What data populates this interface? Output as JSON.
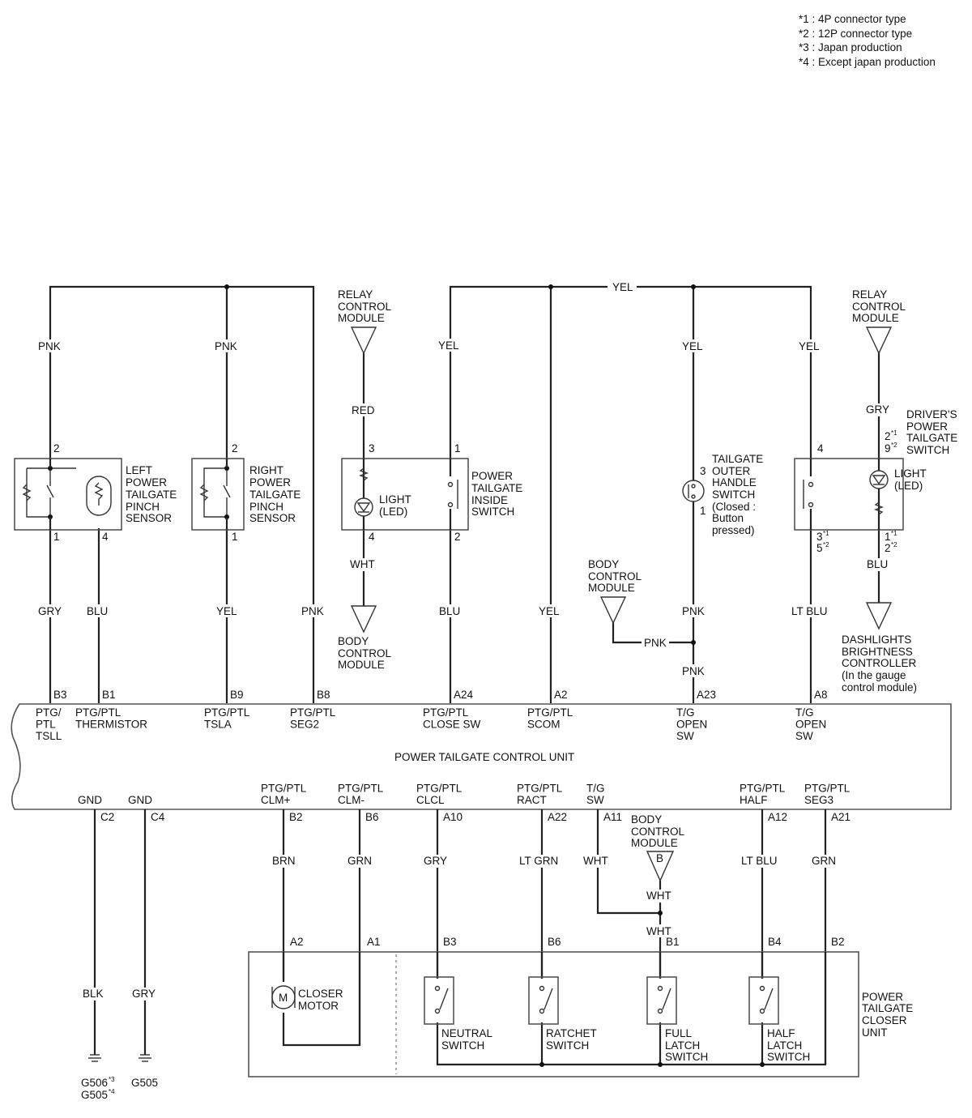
{
  "notes": [
    "*1 : 4P connector type",
    "*2 : 12P connector type",
    "*3 : Japan production",
    "*4 : Except japan production"
  ],
  "control_unit": {
    "name": "POWER TAILGATE CONTROL UNIT",
    "top_terminals": [
      {
        "pin": "B3",
        "label": [
          "PTG/",
          "PTL",
          "TSLL"
        ]
      },
      {
        "pin": "B1",
        "label": [
          "PTG/PTL",
          "THERMISTOR"
        ]
      },
      {
        "pin": "B9",
        "label": [
          "PTG/PTL",
          "TSLA"
        ]
      },
      {
        "pin": "B8",
        "label": [
          "PTG/PTL",
          "SEG2"
        ]
      },
      {
        "pin": "A24",
        "label": [
          "PTG/PTL",
          "CLOSE SW"
        ]
      },
      {
        "pin": "A2",
        "label": [
          "PTG/PTL",
          "SCOM"
        ]
      },
      {
        "pin": "A23",
        "label": [
          "T/G",
          "OPEN",
          "SW"
        ]
      },
      {
        "pin": "A8",
        "label": [
          "T/G",
          "OPEN",
          "SW"
        ]
      }
    ],
    "bottom_terminals": [
      {
        "pin": "C2",
        "label": [
          "GND"
        ]
      },
      {
        "pin": "C4",
        "label": [
          "GND"
        ]
      },
      {
        "pin": "B2",
        "label": [
          "PTG/PTL",
          "CLM+"
        ]
      },
      {
        "pin": "B6",
        "label": [
          "PTG/PTL",
          "CLM-"
        ]
      },
      {
        "pin": "A10",
        "label": [
          "PTG/PTL",
          "CLCL"
        ]
      },
      {
        "pin": "A22",
        "label": [
          "PTG/PTL",
          "RACT"
        ]
      },
      {
        "pin": "A11",
        "label": [
          "T/G",
          "SW"
        ]
      },
      {
        "pin": "A12",
        "label": [
          "PTG/PTL",
          "HALF"
        ]
      },
      {
        "pin": "A21",
        "label": [
          "PTG/PTL",
          "SEG3"
        ]
      }
    ]
  },
  "components": {
    "left_pinch_sensor": [
      "LEFT",
      "POWER",
      "TAILGATE",
      "PINCH",
      "SENSOR"
    ],
    "right_pinch_sensor": [
      "RIGHT",
      "POWER",
      "TAILGATE",
      "PINCH",
      "SENSOR"
    ],
    "inside_switch": [
      "POWER",
      "TAILGATE",
      "INSIDE",
      "SWITCH"
    ],
    "outer_handle_switch": [
      "TAILGATE",
      "OUTER",
      "HANDLE",
      "SWITCH",
      "(Closed :",
      "Button",
      "pressed)"
    ],
    "drivers_switch": [
      "DRIVER'S",
      "POWER",
      "TAILGATE",
      "SWITCH"
    ],
    "light_led": [
      "LIGHT",
      "(LED)"
    ],
    "relay_control_module": [
      "RELAY",
      "CONTROL",
      "MODULE"
    ],
    "body_control_module": [
      "BODY",
      "CONTROL",
      "MODULE"
    ],
    "dashlights_controller": [
      "DASHLIGHTS",
      "BRIGHTNESS",
      "CONTROLLER",
      "(In the gauge",
      "control module)"
    ],
    "closer_unit": [
      "POWER",
      "TAILGATE",
      "CLOSER",
      "UNIT"
    ],
    "closer_motor": [
      "CLOSER",
      "MOTOR"
    ],
    "motor_symbol": "M",
    "bcm_connector": "B",
    "neutral_switch": [
      "NEUTRAL",
      "SWITCH"
    ],
    "ratchet_switch": [
      "RATCHET",
      "SWITCH"
    ],
    "full_latch_switch": [
      "FULL",
      "LATCH",
      "SWITCH"
    ],
    "half_latch_switch": [
      "HALF",
      "LATCH",
      "SWITCH"
    ],
    "grounds": {
      "g506": "G506",
      "g506_mark": "*3",
      "g505_alt": "G505",
      "g505_alt_mark": "*4",
      "g505": "G505"
    }
  },
  "wire_colors": {
    "pnk": "PNK",
    "yel": "YEL",
    "red": "RED",
    "wht": "WHT",
    "gry": "GRY",
    "blu": "BLU",
    "lt_blu": "LT BLU",
    "brn": "BRN",
    "grn": "GRN",
    "lt_grn": "LT GRN",
    "blk": "BLK"
  },
  "pins": {
    "p1": "1",
    "p2": "2",
    "p3": "3",
    "p4": "4",
    "p5": "5",
    "p9": "9",
    "m1": "*1",
    "m2": "*2",
    "a1": "A1",
    "a2": "A2",
    "b1": "B1",
    "b2": "B2",
    "b3": "B3",
    "b4": "B4",
    "b6": "B6"
  }
}
